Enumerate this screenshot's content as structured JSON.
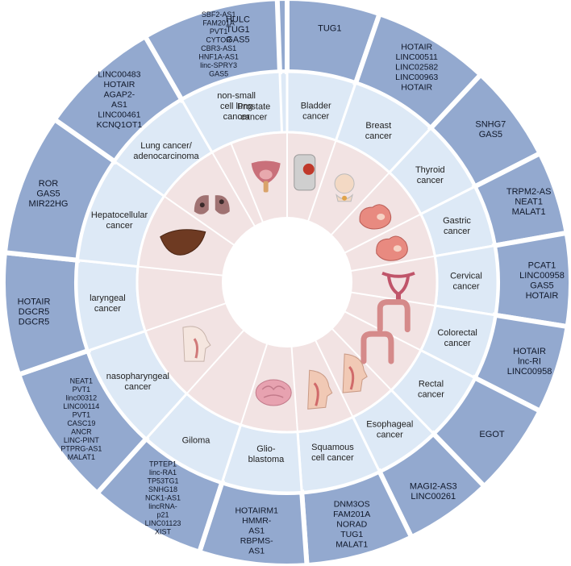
{
  "colors": {
    "outer_ring": "#93a9cf",
    "middle_ring": "#dde9f6",
    "inner_ring": "#f2e3e3",
    "separator": "#ffffff",
    "center": "#ffffff",
    "text": "#222222"
  },
  "sectors": [
    {
      "cancer": [
        "Prostate",
        "cancer"
      ],
      "genes": [
        "HULC",
        "TUG1",
        "GAS5"
      ],
      "icon": "prostate-icon"
    },
    {
      "cancer": [
        "Bladder",
        "cancer"
      ],
      "genes": [
        "TUG1"
      ],
      "icon": "bladder-icon"
    },
    {
      "cancer": [
        "Breast",
        "cancer"
      ],
      "genes": [
        "HOTAIR",
        "LINC00511",
        "LINC02582",
        "LINC00963",
        "HOTAIR"
      ],
      "icon": "breast-icon"
    },
    {
      "cancer": [
        "Thyroid",
        "cancer"
      ],
      "genes": [
        "SNHG7",
        "GAS5"
      ],
      "icon": "thyroid-icon"
    },
    {
      "cancer": [
        "Gastric",
        "cancer"
      ],
      "genes": [
        "TRPM2-AS",
        "NEAT1",
        "MALAT1"
      ],
      "icon": "stomach-icon"
    },
    {
      "cancer": [
        "Cervical",
        "cancer"
      ],
      "genes": [
        "PCAT1",
        "LINC00958",
        "GAS5",
        "HOTAIR"
      ],
      "icon": "uterus-icon"
    },
    {
      "cancer": [
        "Colorectal",
        "cancer"
      ],
      "genes": [
        "HOTAIR",
        "lnc-RI",
        "LINC00958"
      ],
      "icon": "colon-icon"
    },
    {
      "cancer": [
        "Rectal",
        "cancer"
      ],
      "genes": [
        "EGOT"
      ],
      "icon": "rectum-icon"
    },
    {
      "cancer": [
        "Esophageal",
        "cancer"
      ],
      "genes": [
        "MAGI2-AS3",
        "LINC00261"
      ],
      "icon": "esophagus-icon"
    },
    {
      "cancer": [
        "Squamous",
        "cell cancer"
      ],
      "genes": [
        "DNM3OS",
        "FAM201A",
        "NORAD",
        "TUG1",
        "MALAT1"
      ],
      "icon": "head-squamous-icon"
    },
    {
      "cancer": [
        "Glio-",
        "blastoma"
      ],
      "genes": [
        "HOTAIRM1",
        "HMMR-",
        "AS1",
        "RBPMS-",
        "AS1"
      ],
      "icon": "brain-icon"
    },
    {
      "cancer": [
        "Giloma"
      ],
      "genes": [
        "TPTEP1",
        "linc-RA1",
        "TP53TG1",
        "SNHG18",
        "NCK1-AS1",
        "lincRNA-",
        "p21",
        "LINC01123",
        "XIST"
      ],
      "icon": ""
    },
    {
      "cancer": [
        "nasopharyngeal",
        "cancer"
      ],
      "genes": [
        "NEAT1",
        "PVT1",
        "linc00312",
        "LINC00114",
        "PVT1",
        "CASC19",
        "ANCR",
        "LINC-PINT",
        "PTPRG-AS1",
        "MALAT1"
      ],
      "icon": "head-nasopharynx-icon"
    },
    {
      "cancer": [
        "laryngeal",
        "cancer"
      ],
      "genes": [
        "HOTAIR",
        "DGCR5",
        "DGCR5"
      ],
      "icon": ""
    },
    {
      "cancer": [
        "Hepatocellular",
        "cancer"
      ],
      "genes": [
        "ROR",
        "GAS5",
        "MIR22HG"
      ],
      "icon": "liver-icon"
    },
    {
      "cancer": [
        "Lung cancer/",
        "adenocarcinoma"
      ],
      "genes": [
        "LINC00483",
        "HOTAIR",
        "AGAP2-",
        "AS1",
        "LINC00461",
        "KCNQ1OT1"
      ],
      "icon": "lung-icon"
    },
    {
      "cancer": [
        "non-small",
        "cell lung",
        "cancer"
      ],
      "genes": [
        "SBF2-AS1",
        "FAM201A",
        "PVT1",
        "CYTOR",
        "CBR3-AS1",
        "HNF1A-AS1",
        "linc-SPRY3",
        "GAS5"
      ],
      "icon": ""
    }
  ]
}
